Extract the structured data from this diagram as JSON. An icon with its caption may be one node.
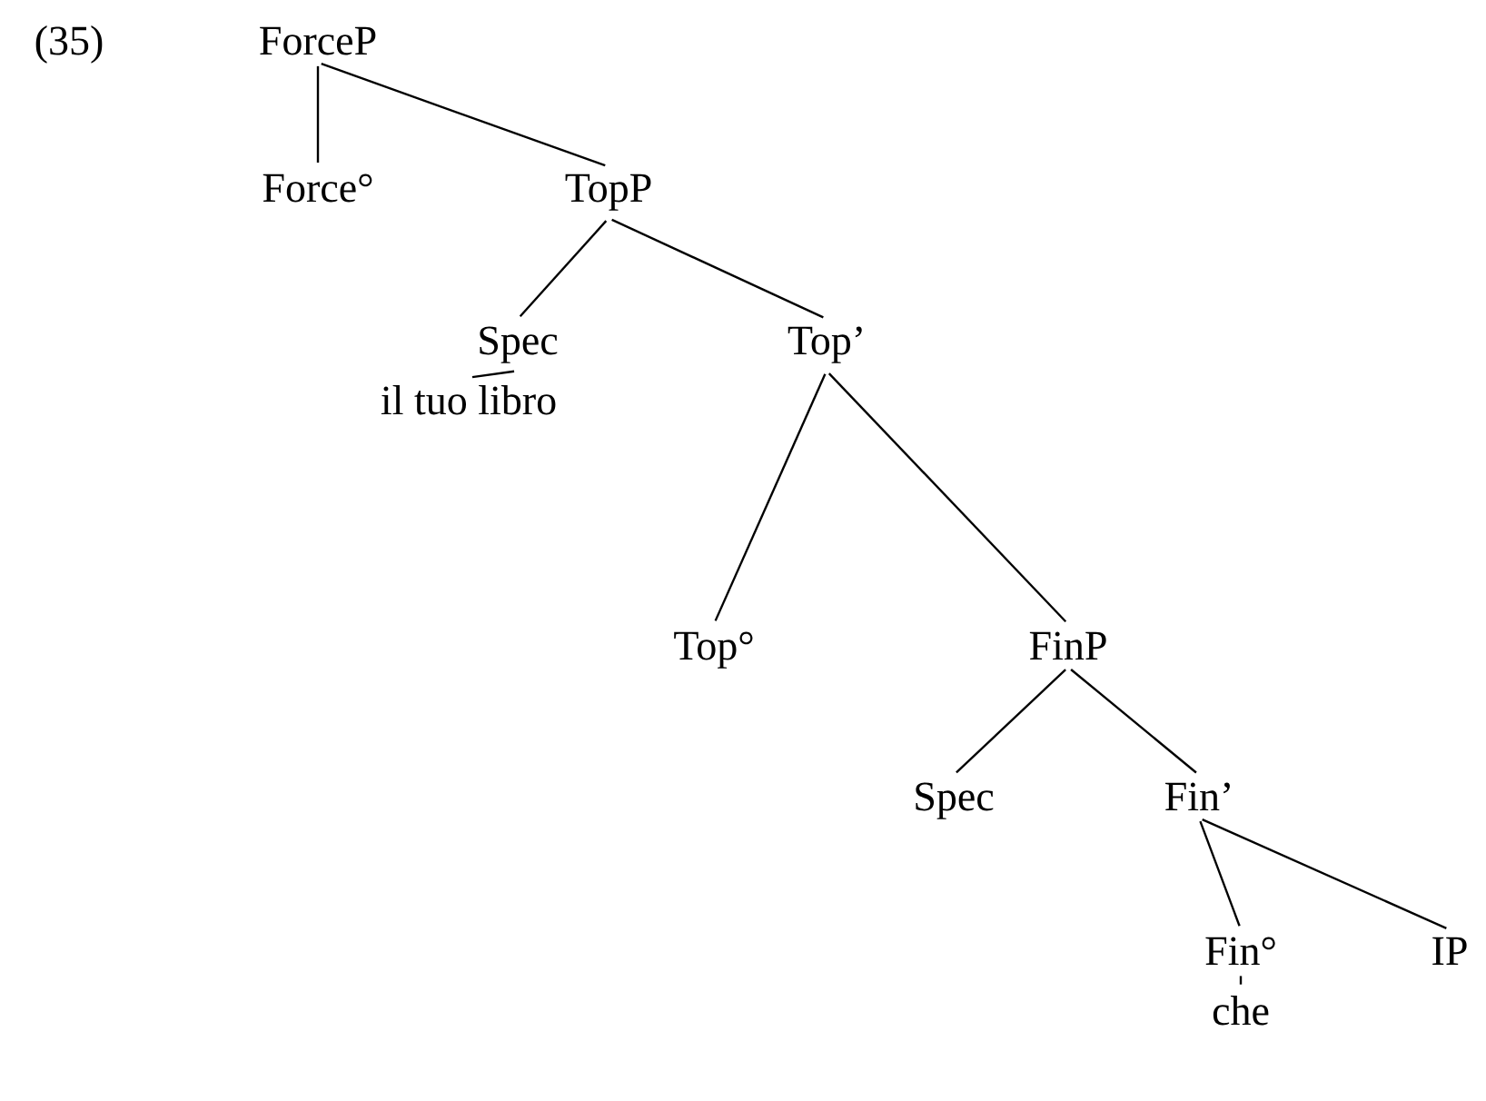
{
  "diagram": {
    "nodes": [
      {
        "text": [
          "ForceP"
        ]
      },
      {
        "text": [
          "Force°"
        ]
      },
      {
        "text": [
          "TopP"
        ]
      },
      {
        "text": [
          "Spec"
        ]
      },
      {
        "text": [
          "il tuo libro"
        ]
      },
      {
        "text": [
          "Top’"
        ]
      },
      {
        "text": [
          "Top°"
        ]
      },
      {
        "text": [
          "FinP"
        ]
      },
      {
        "text": [
          "Spec"
        ]
      },
      {
        "text": [
          "Fin’"
        ]
      },
      {
        "text": [
          "Fin°"
        ]
      },
      {
        "text": [
          "che"
        ]
      },
      {
        "text": [
          "IP"
        ]
      }
    ],
    "edges": [
      {
        "from": 0,
        "to": 1,
        "arrow": "none"
      },
      {
        "from": 0,
        "to": 2,
        "arrow": "none"
      },
      {
        "from": 2,
        "to": 3,
        "arrow": "none"
      },
      {
        "from": 2,
        "to": 5,
        "arrow": "none"
      },
      {
        "from": 3,
        "to": 4,
        "arrow": "none"
      },
      {
        "from": 5,
        "to": 6,
        "arrow": "none"
      },
      {
        "from": 5,
        "to": 7,
        "arrow": "none"
      },
      {
        "from": 7,
        "to": 8,
        "arrow": "none"
      },
      {
        "from": 7,
        "to": 9,
        "arrow": "none"
      },
      {
        "from": 9,
        "to": 10,
        "arrow": "none"
      },
      {
        "from": 9,
        "to": 12,
        "arrow": "none"
      },
      {
        "from": 10,
        "to": 11,
        "arrow": "none"
      }
    ],
    "labels": [
      "(35)"
    ]
  }
}
